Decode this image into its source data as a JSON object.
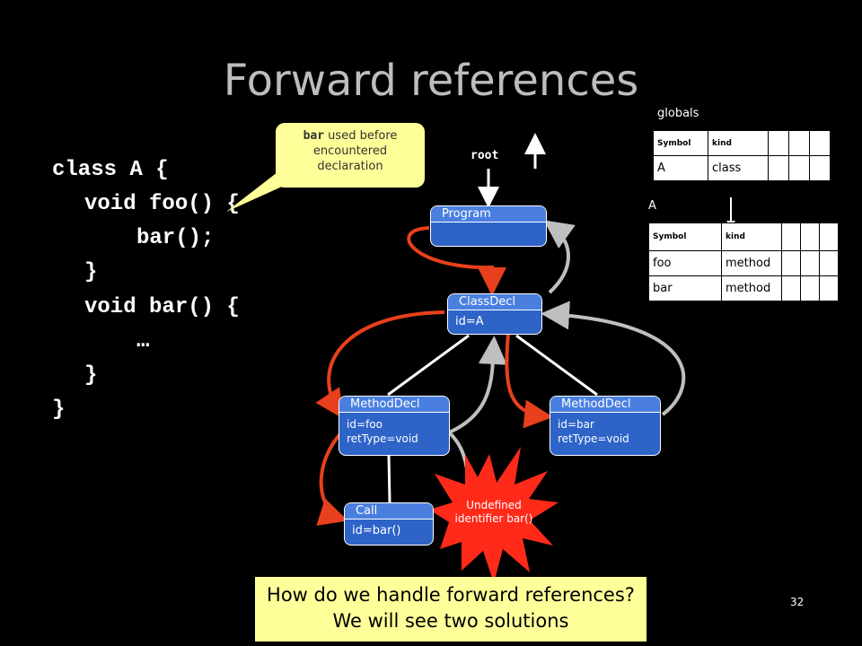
{
  "title": "Forward references",
  "code_lines": [
    "class A {",
    "void foo() {",
    "bar();",
    "}",
    "void bar() {",
    "…",
    "}",
    "}"
  ],
  "callout": {
    "code": "bar",
    "text_1": " used before",
    "text_2": "encountered",
    "text_3": "declaration"
  },
  "root_label": "root",
  "nodes": {
    "program": {
      "header": "Program"
    },
    "classdecl": {
      "header": "ClassDecl",
      "line1": "id=A"
    },
    "method_foo": {
      "header": "MethodDecl",
      "line1": "id=foo",
      "line2": "retType=void"
    },
    "method_bar": {
      "header": "MethodDecl",
      "line1": "id=bar",
      "line2": "retType=void"
    },
    "call": {
      "header": "Call",
      "line1": "id=bar()"
    }
  },
  "error_burst": {
    "line1": "Undefined",
    "line2": "identifier bar()"
  },
  "globals": {
    "label": "globals",
    "headers": [
      "Symbol",
      "kind"
    ],
    "rows": [
      {
        "symbol": "A",
        "kind": "class"
      }
    ]
  },
  "scope_a": {
    "label": "A",
    "headers": [
      "Symbol",
      "kind"
    ],
    "rows": [
      {
        "symbol": "foo",
        "kind": "method"
      },
      {
        "symbol": "bar",
        "kind": "method"
      }
    ]
  },
  "bottom_box": {
    "line1": "How do we handle forward references?",
    "line2": "We will see two solutions"
  },
  "page_number": "32",
  "colors": {
    "node_fill": "#2e63c8",
    "red_arrow": "#e8401c",
    "gray_arrow": "#bfbfbf",
    "callout": "#ffff99",
    "burst": "#ff2a1a"
  }
}
